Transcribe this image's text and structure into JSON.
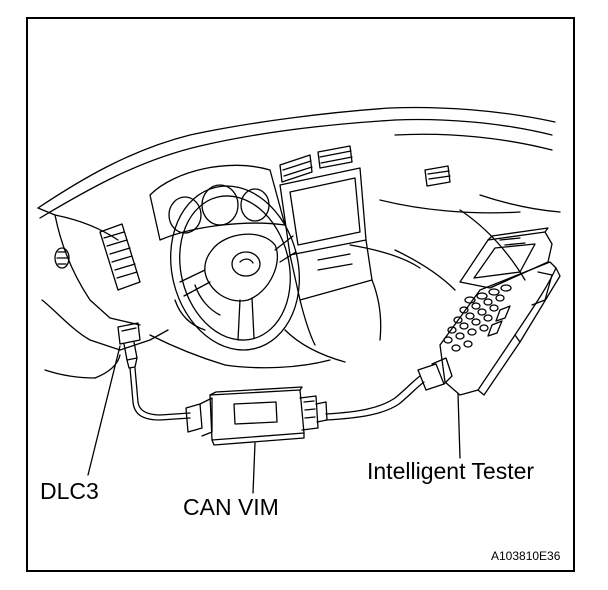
{
  "labels": {
    "dlc3": "DLC3",
    "can_vim": "CAN VIM",
    "tester": "Intelligent Tester",
    "figure_code": "A103810E36"
  },
  "colors": {
    "line": "#000000",
    "background": "#ffffff"
  }
}
